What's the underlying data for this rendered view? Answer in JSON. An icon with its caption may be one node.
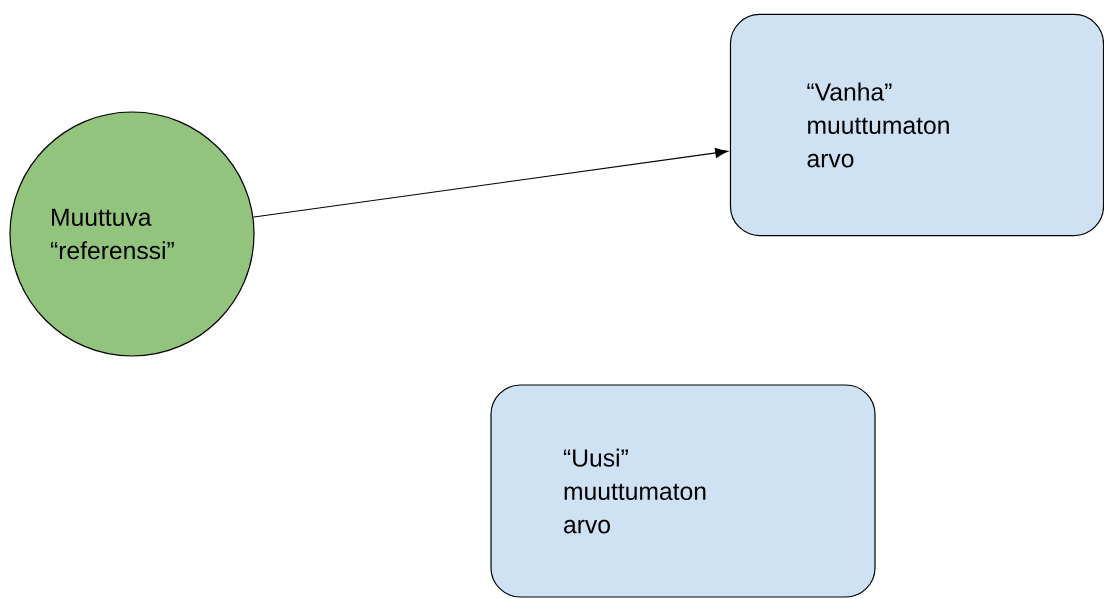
{
  "diagram": {
    "nodes": [
      {
        "text": [
          "Muuttuva “referenssi”"
        ]
      },
      {
        "text": [
          "“Vanha” muuttumaton arvo"
        ]
      },
      {
        "text": [
          "“Uusi” muuttumaton arvo"
        ]
      }
    ],
    "edges": [
      {
        "from": 0,
        "to": 1,
        "arrow": "to"
      }
    ]
  }
}
